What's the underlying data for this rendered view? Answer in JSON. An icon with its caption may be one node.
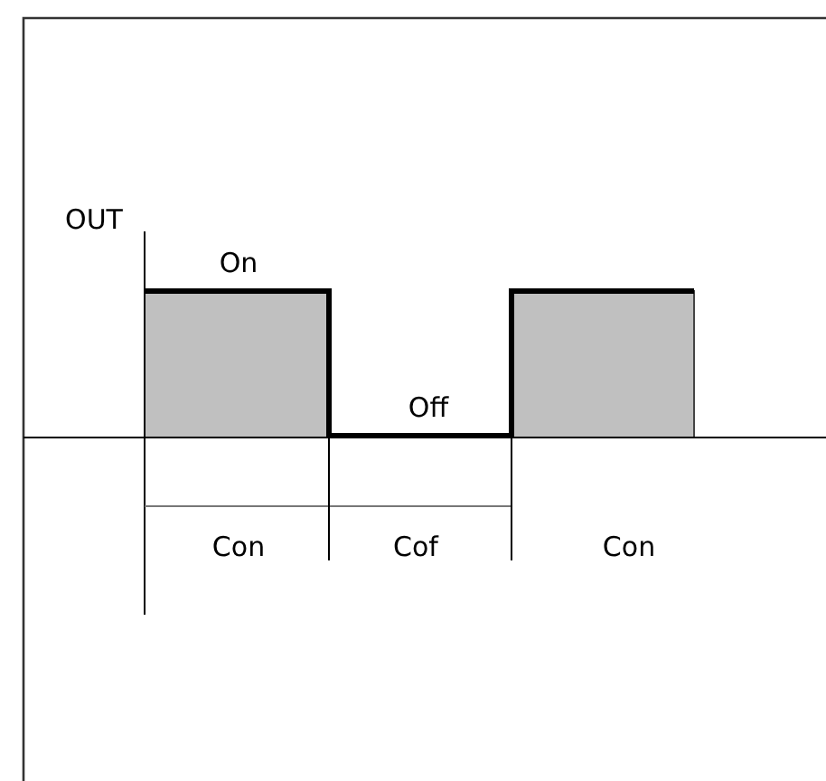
{
  "diagram": {
    "labels": [
      "OUT",
      "On",
      "Off",
      "Con",
      "Cof",
      "Con"
    ]
  }
}
